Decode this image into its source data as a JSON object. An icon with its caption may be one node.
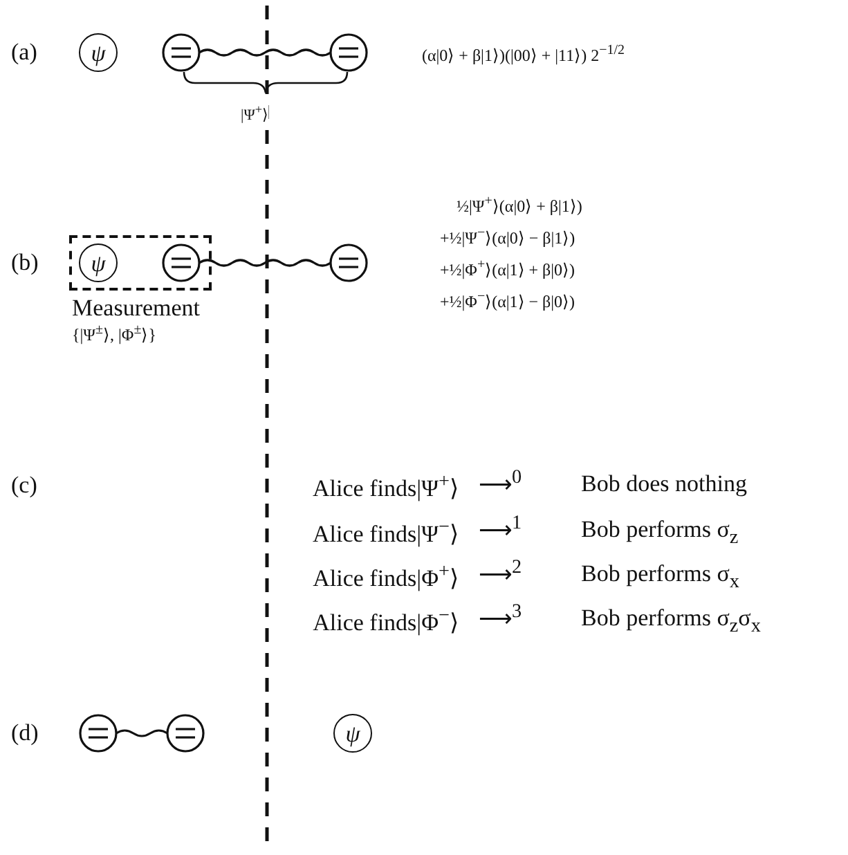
{
  "diagram": {
    "nodes": [
      {
        "text": [
          "ψ"
        ]
      },
      {
        "text": [],
        "shape": "circle"
      },
      {
        "text": [],
        "shape": "circle"
      },
      {
        "text": [
          "Measurement",
          "{|Ψ$^{±}$⟩, |Φ$^{±}$⟩}"
        ]
      },
      {
        "text": [
          "ψ"
        ],
        "in": 3
      },
      {
        "text": [],
        "shape": "circle",
        "in": 3
      },
      {
        "text": [],
        "shape": "circle"
      },
      {
        "text": [],
        "shape": "circle"
      },
      {
        "text": [],
        "shape": "circle"
      },
      {
        "text": [
          "ψ"
        ]
      }
    ],
    "edges": [
      {
        "from": 1,
        "to": 2,
        "arrow": "none"
      },
      {
        "from": 5,
        "to": 6,
        "arrow": "none"
      },
      {
        "from": 7,
        "to": 8,
        "arrow": "none"
      }
    ],
    "labels": [
      "(a)",
      "(α|0⟩ + β|1⟩)(|00⟩ + |11⟩) 2$^{−1/2}$",
      "|Ψ$^{+}$⟩",
      "(b)",
      "½|Ψ$^{+}$⟩(α|0⟩ + β|1⟩)",
      "+½|Ψ$^{−}$⟩(α|0⟩ − β|1⟩)",
      "+½|Φ$^{+}$⟩(α|1⟩ + β|0⟩)",
      "+½|Φ$^{−}$⟩(α|1⟩ − β|0⟩)",
      "(c)",
      "Alice finds|Ψ$^{+}$⟩",
      "⟶$^{0}$",
      "Bob does nothing",
      "Alice finds|Ψ$^{−}$⟩",
      "⟶$^{1}$",
      "Bob performs σ$_{z}$",
      "Alice finds|Φ$^{+}$⟩",
      "⟶$^{2}$",
      "Bob performs σ$_{x}$",
      "Alice finds|Φ$^{−}$⟩",
      "⟶$^{3}$",
      "Bob performs σ$_{z}$σ$_{x}$",
      "(d)"
    ]
  }
}
